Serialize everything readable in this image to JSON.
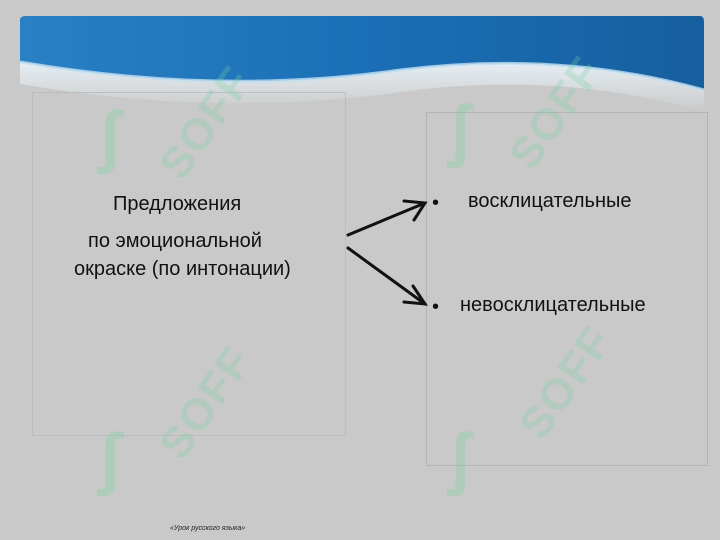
{
  "slide": {
    "heading_line1": "Предложения",
    "heading_line2": "по эмоциональной",
    "heading_line3": "окраске (по интонации)",
    "bullets": [
      {
        "marker": "•",
        "label": "восклицательные"
      },
      {
        "marker": "•",
        "label": "невосклицательные"
      }
    ],
    "footer_note": "«Урок  русского языка»"
  },
  "watermark": {
    "text": "SOFF"
  },
  "colors": {
    "background": "#c9c9c9",
    "wave_dark": "#1d6fb3",
    "wave_light": "#9dcbe6",
    "text": "#111111"
  },
  "icons": {
    "arrow_upper": "arrow-right-icon",
    "arrow_lower": "arrow-right-icon"
  }
}
